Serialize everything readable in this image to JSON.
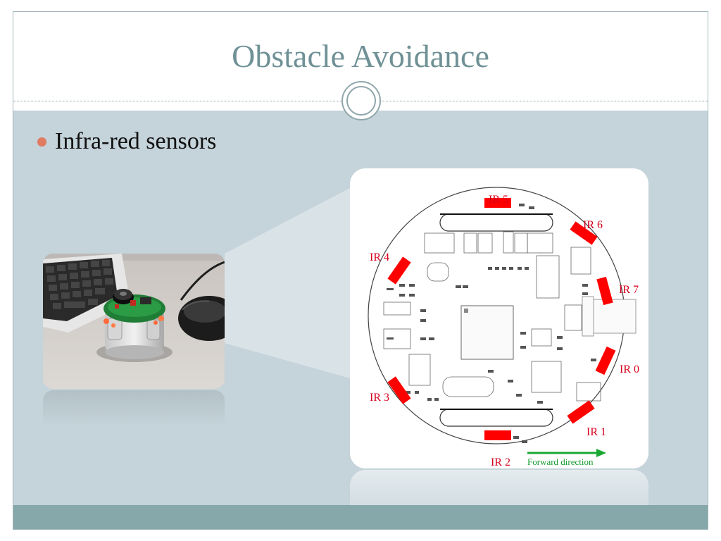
{
  "slide": {
    "title": "Obstacle Avoidance",
    "bullets": [
      "Infra-red sensors"
    ]
  },
  "diagram": {
    "sensor_labels": [
      "IR 0",
      "IR 1",
      "IR 2",
      "IR 3",
      "IR 4",
      "IR 5",
      "IR 6",
      "IR 7"
    ],
    "forward_label": "Forward direction"
  },
  "colors": {
    "title": "#6f9196",
    "content_bg": "#c5d3da",
    "bullet": "#e07a61",
    "sensor": "#ff0000",
    "arrow": "#1aa832",
    "footer": "#87a8aa"
  }
}
